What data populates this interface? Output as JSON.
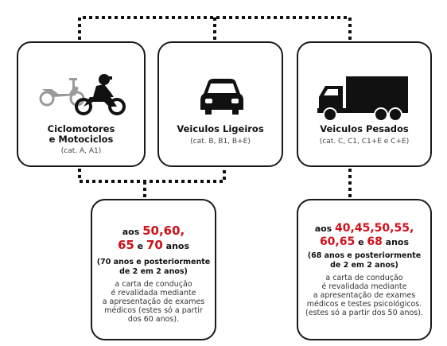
{
  "categories": [
    {
      "title_line1": "Ciclomotores",
      "title_line2": "e Motociclos",
      "subtitle": "(cat. A, A1)",
      "icon": "motorcycle-moped-icon"
    },
    {
      "title_line1": "Veiculos Ligeiros",
      "subtitle": "(cat. B, B1, B+E)",
      "icon": "car-icon"
    },
    {
      "title_line1": "Veiculos Pesados",
      "subtitle": "(cat. C, C1, C1+E e C+E)",
      "icon": "truck-icon"
    }
  ],
  "left_result": {
    "prefix": "aos ",
    "age_1": "50",
    "age_2": "60",
    "age_3": "65",
    "age_4": "70",
    "conj": " e ",
    "suffix": " anos",
    "note_line1": "(70 anos e posteriormente",
    "note_line2": "de 2 em 2 anos)",
    "desc_lines": [
      "a carta de condução",
      "é revalidada mediante",
      "a apresentação de exames",
      "médicos (estes só a partir",
      "dos 60 anos)."
    ]
  },
  "right_result": {
    "prefix": "aos ",
    "age_1": "40",
    "age_2": "45",
    "age_3": "50",
    "age_4": "55",
    "age_5": "60",
    "age_6": "65",
    "age_7": "68",
    "conj": " e ",
    "suffix": " anos",
    "note_line1": "(68 anos e posteriormente",
    "note_line2": "de 2 em 2 anos)",
    "desc_lines": [
      "a carta de condução",
      "é revalidada mediante",
      "a apresentação de exames",
      "médicos e testes psicológicos.",
      "(estes só a partir dos 50 anos)."
    ]
  },
  "colors": {
    "accent": "#d0101a",
    "border": "#1a1a1a"
  }
}
